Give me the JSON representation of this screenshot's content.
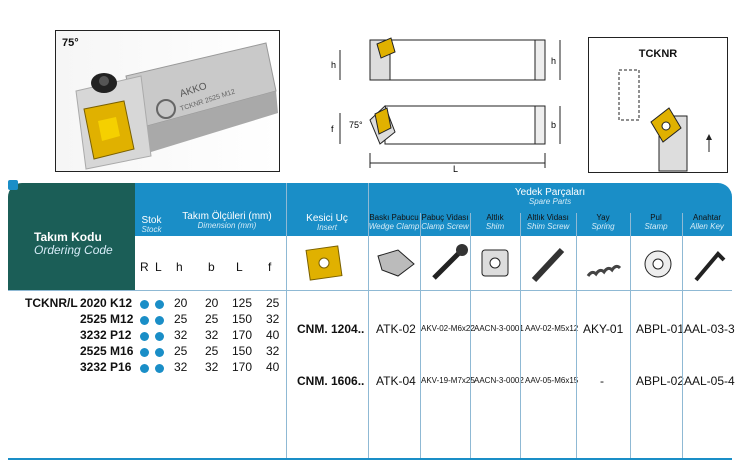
{
  "photo": {
    "angle_label": "75°",
    "brand": "AKKO",
    "tool_code": "TCKNR 2525 M12"
  },
  "diagram": {
    "labels": {
      "h1": "h",
      "h2": "h",
      "f": "f",
      "angle": "75°",
      "b": "b",
      "L": "L"
    }
  },
  "right_diagram": {
    "title": "TCKNR"
  },
  "table": {
    "ordering_code_tr": "Takım Kodu",
    "ordering_code_en": "Ordering Code",
    "stock_tr": "Stok",
    "stock_en": "Stock",
    "dim_tr": "Takım Ölçüleri (mm)",
    "dim_en": "Dimension (mm)",
    "insert_tr": "Kesici Uç",
    "insert_en": "Insert",
    "spare_tr": "Yedek Parçaları",
    "spare_en": "Spare Parts",
    "spare_cols": [
      {
        "tr": "Baskı Pabucu",
        "en": "Wedge Clamp"
      },
      {
        "tr": "Pabuç Vidası",
        "en": "Clamp Screw"
      },
      {
        "tr": "Altlık",
        "en": "Shim"
      },
      {
        "tr": "Altlık Vidası",
        "en": "Shim Screw"
      },
      {
        "tr": "Yay",
        "en": "Spring"
      },
      {
        "tr": "Pul",
        "en": "Stamp"
      },
      {
        "tr": "Anahtar",
        "en": "Allen Key"
      }
    ],
    "sub_cols": [
      "R",
      "L",
      "h",
      "b",
      "L",
      "f"
    ],
    "series": "TCKNR/L",
    "rows": [
      {
        "code": "2020 K12",
        "h": "20",
        "b": "20",
        "L": "125",
        "f": "25"
      },
      {
        "code": "2525 M12",
        "h": "25",
        "b": "25",
        "L": "150",
        "f": "32"
      },
      {
        "code": "3232 P12",
        "h": "32",
        "b": "32",
        "L": "170",
        "f": "40"
      },
      {
        "code": "2525 M16",
        "h": "25",
        "b": "25",
        "L": "150",
        "f": "32"
      },
      {
        "code": "3232 P16",
        "h": "32",
        "b": "32",
        "L": "170",
        "f": "40"
      }
    ],
    "groups": [
      {
        "insert": "CNM. 1204..",
        "parts": [
          "ATK-02",
          "AKV-02-M6x22",
          "AACN-3-0001",
          "AAV-02-M5x12",
          "AKY-01",
          "ABPL-01",
          "AAL-03-3"
        ]
      },
      {
        "insert": "CNM. 1606..",
        "parts": [
          "ATK-04",
          "AKV-19-M7x25",
          "AACN-3-0002",
          "AAV-05-M6x15",
          "-",
          "ABPL-02",
          "AAL-05-4"
        ]
      }
    ],
    "colors": {
      "accent": "#1a8ec7",
      "dark": "#1b5e57",
      "insert_gold": "#e0b100"
    }
  }
}
